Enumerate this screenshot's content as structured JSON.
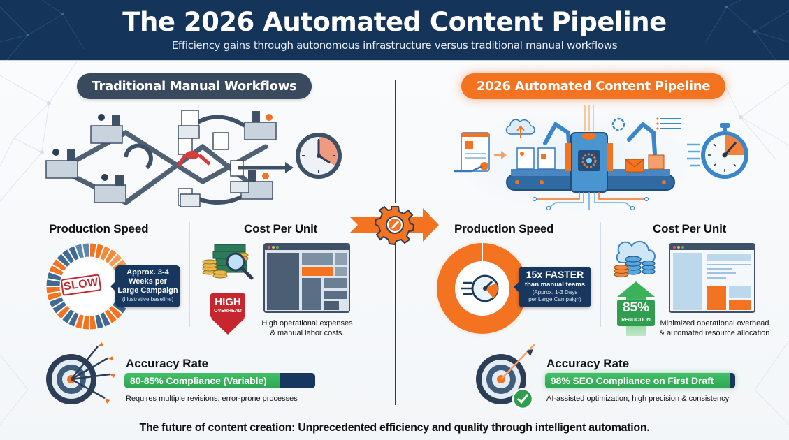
{
  "header": {
    "title": "The 2026 Automated Content Pipeline",
    "subtitle": "Efficiency gains through autonomous infrastructure versus traditional manual workflows"
  },
  "left": {
    "pill_label": "Traditional Manual Workflows",
    "illustration": "manual-workflow-desks-icon",
    "clock_icon": "clock-icon",
    "production_speed": {
      "title": "Production Speed",
      "stamp": "SLOW",
      "callout_line1": "Approx. 3-4",
      "callout_line2": "Weeks per",
      "callout_line3": "Large Campaign",
      "callout_line4": "(Illustrative baseline)"
    },
    "cost_per_unit": {
      "title": "Cost Per Unit",
      "badge_big": "HIGH",
      "badge_small": "OVERHEAD",
      "caption_line1": "High operational expenses",
      "caption_line2": "& manual labor costs."
    },
    "accuracy": {
      "title": "Accuracy Rate",
      "bar_label": "80-85% Compliance (Variable)",
      "bar_percent": 82,
      "note": "Requires multiple revisions; error-prone processes"
    }
  },
  "right": {
    "pill_label": "2026 Automated Content Pipeline",
    "illustration": "robotic-conveyor-pipeline-icon",
    "clock_icon": "stopwatch-icon",
    "production_speed": {
      "title": "Production Speed",
      "callout_line1": "15x FASTER",
      "callout_line2": "than manual teams",
      "callout_line3": "(Approx. 1-3 Days",
      "callout_line4": "per Large Campaign)"
    },
    "cost_per_unit": {
      "title": "Cost Per Unit",
      "badge_big": "85%",
      "badge_small": "REDUCTION",
      "caption_line1": "Minimized operational overhead",
      "caption_line2": "& automated resource allocation"
    },
    "accuracy": {
      "title": "Accuracy Rate",
      "bar_label": "98% SEO Compliance on First Draft",
      "bar_percent": 98,
      "note": "AI-assisted optimization; high precision & consistency"
    }
  },
  "center_icon": "gear-transform-arrow-icon",
  "footer": "The future of content creation: Unprecedented efficiency and quality through intelligent automation.",
  "colors": {
    "navy": "#14345a",
    "orange": "#f37321",
    "slate": "#3a4a5e",
    "green": "#34ad58",
    "red": "#c8262e"
  }
}
